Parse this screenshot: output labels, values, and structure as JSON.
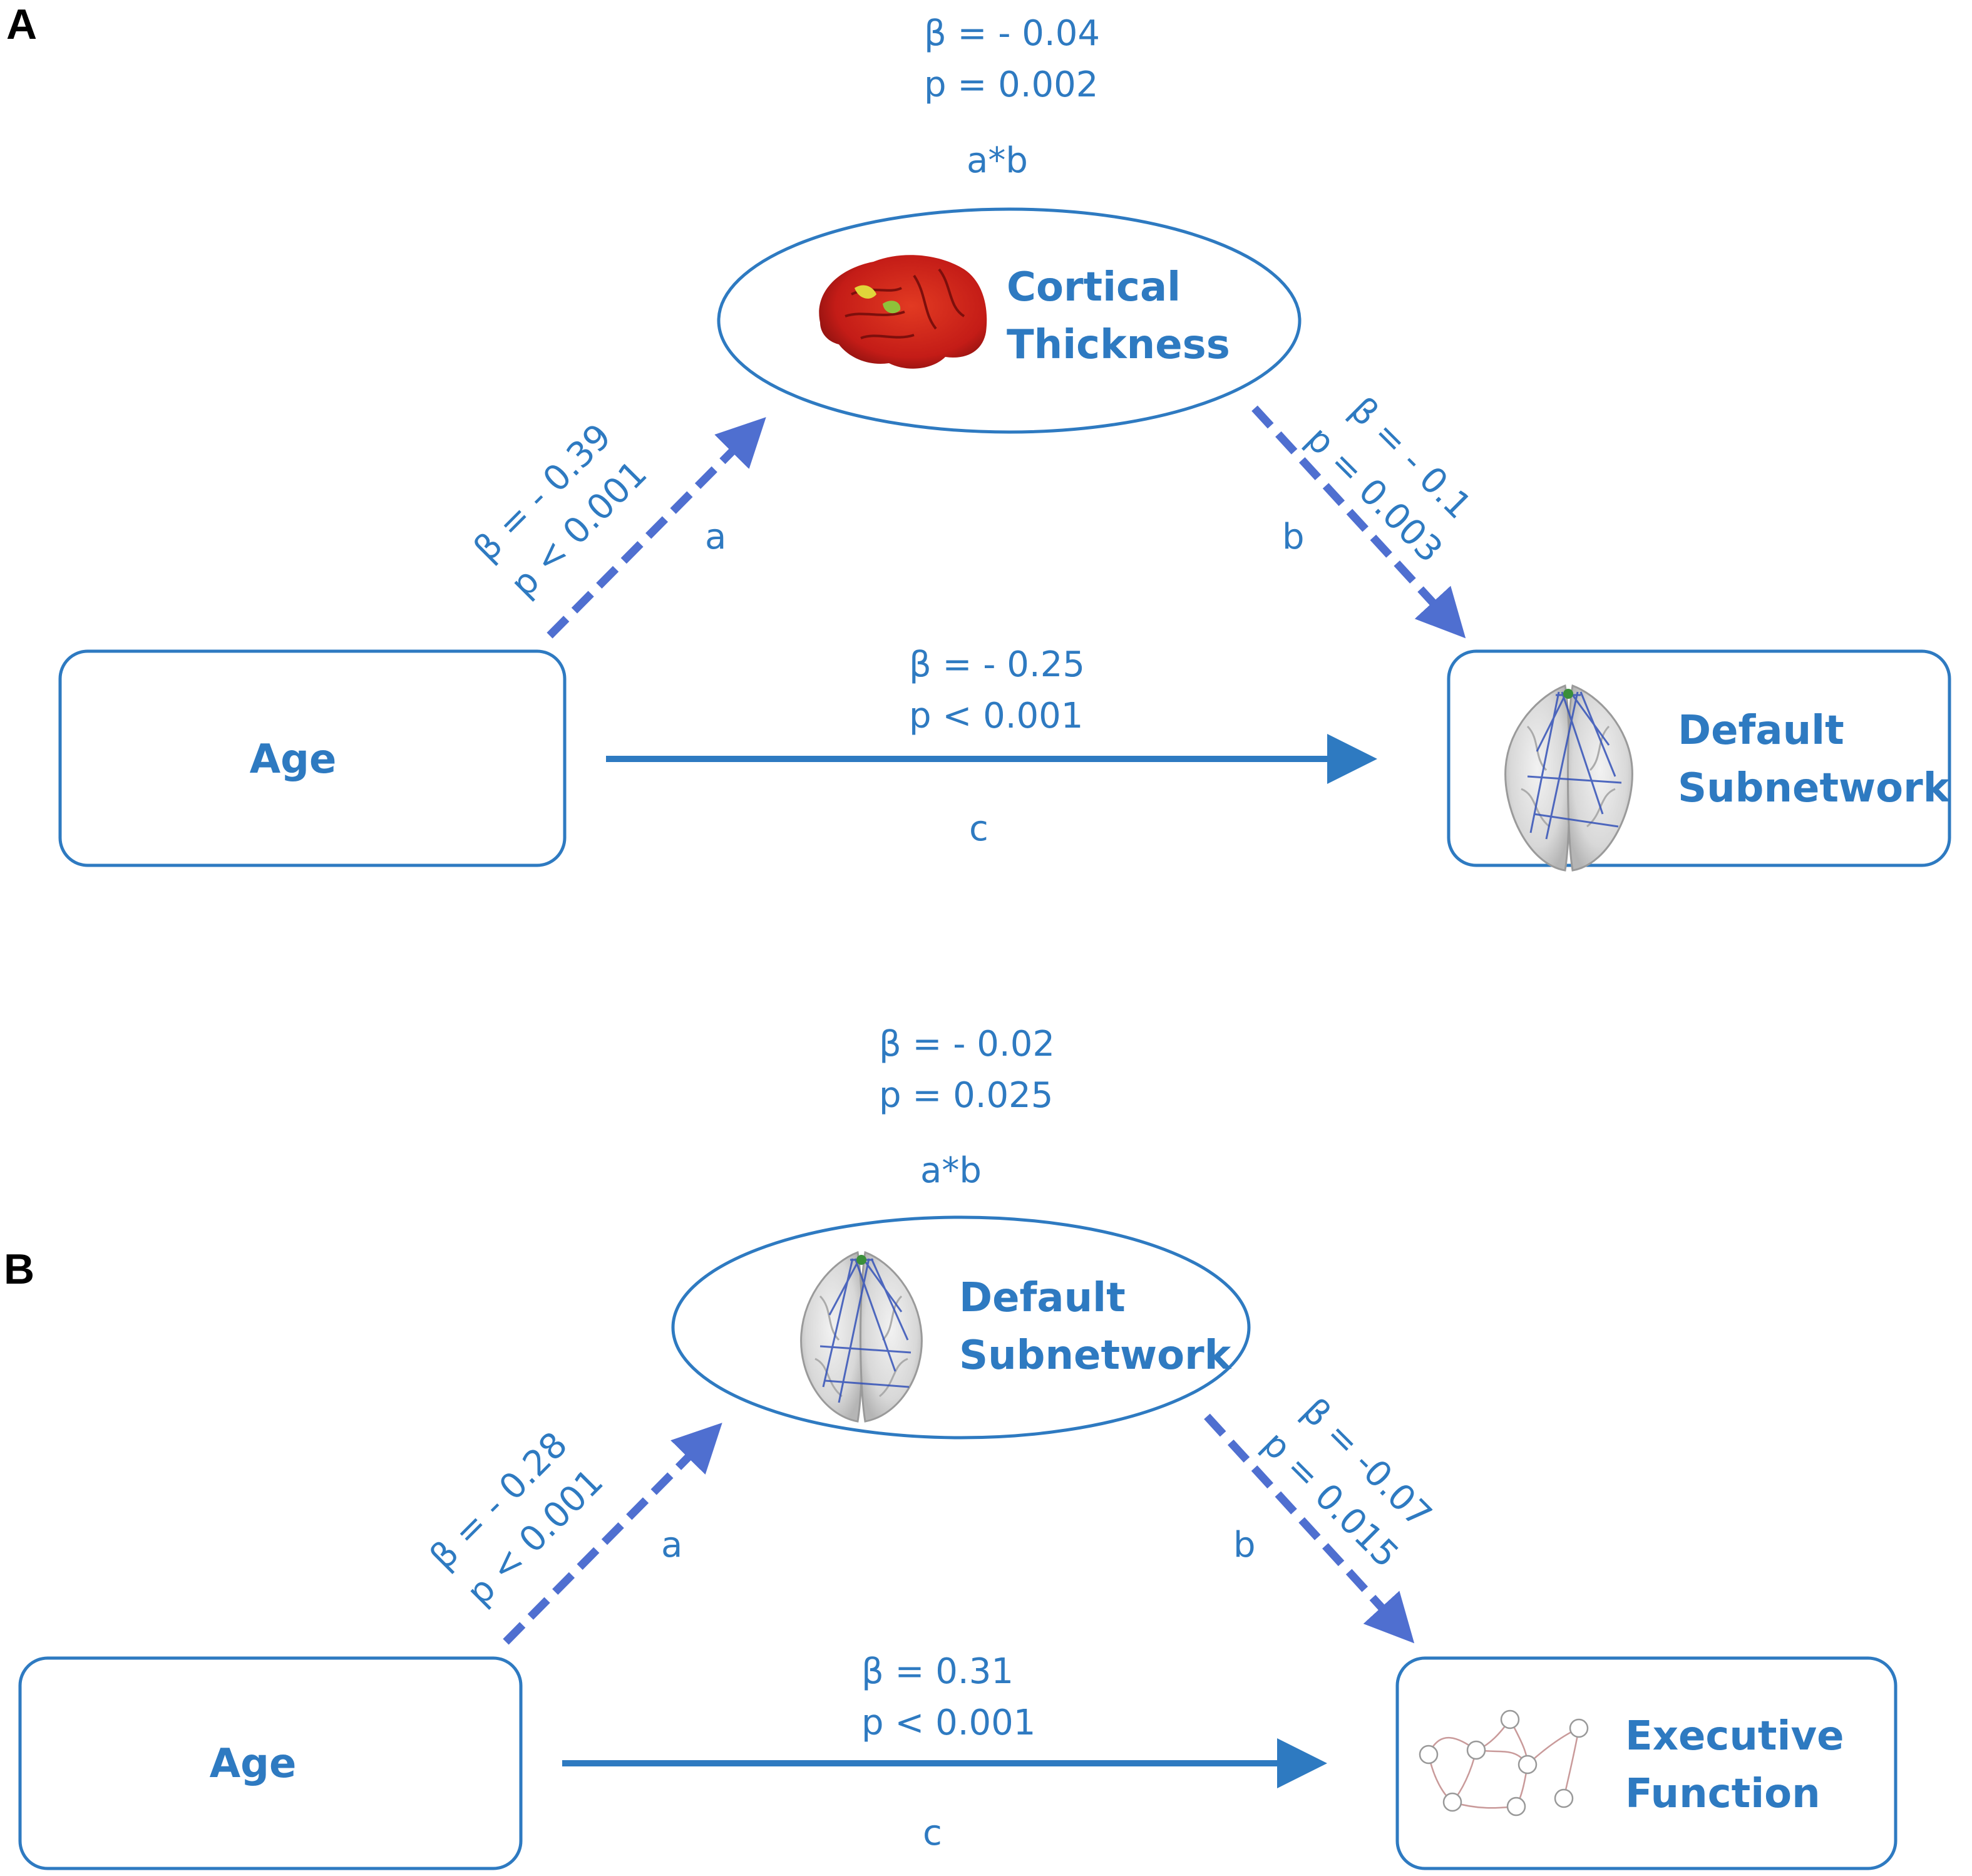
{
  "panels": [
    {
      "letter": "A",
      "indirect": {
        "beta": "β = - 0.04",
        "p": "p = 0.002",
        "label": "a*b"
      },
      "mediator": {
        "line1": "Cortical",
        "line2": "Thickness",
        "icon": "brain-cortex-icon"
      },
      "predictor": {
        "label": "Age"
      },
      "outcome": {
        "line1": "Default",
        "line2": "Subnetwork",
        "icon": "brain-network-icon"
      },
      "path_a": {
        "beta": "β = - 0.39",
        "p": "p < 0.001",
        "label": "a"
      },
      "path_b": {
        "beta": "β = - 0.1",
        "p": "p = 0.003",
        "label": "b"
      },
      "path_c": {
        "beta": "β = - 0.25",
        "p": "p < 0.001",
        "label": "c"
      }
    },
    {
      "letter": "B",
      "indirect": {
        "beta": "β = - 0.02",
        "p": "p = 0.025",
        "label": "a*b"
      },
      "mediator": {
        "line1": "Default",
        "line2": "Subnetwork",
        "icon": "brain-network-icon"
      },
      "predictor": {
        "label": "Age"
      },
      "outcome": {
        "line1": "Executive",
        "line2": "Function",
        "icon": "network-graph-icon"
      },
      "path_a": {
        "beta": "β = - 0.28",
        "p": "p < 0.001",
        "label": "a"
      },
      "path_b": {
        "beta": "β = -0.07",
        "p": "p = 0.015",
        "label": "b"
      },
      "path_c": {
        "beta": "β = 0.31",
        "p": "p < 0.001",
        "label": "c"
      }
    }
  ],
  "colors": {
    "primary": "#2e7ac1",
    "dashed": "#4f6fd0",
    "cortex": "#c8201c"
  },
  "graph_nodes": [
    "1",
    "2",
    "3",
    "4",
    "5",
    "6",
    "7",
    "8",
    "9"
  ]
}
